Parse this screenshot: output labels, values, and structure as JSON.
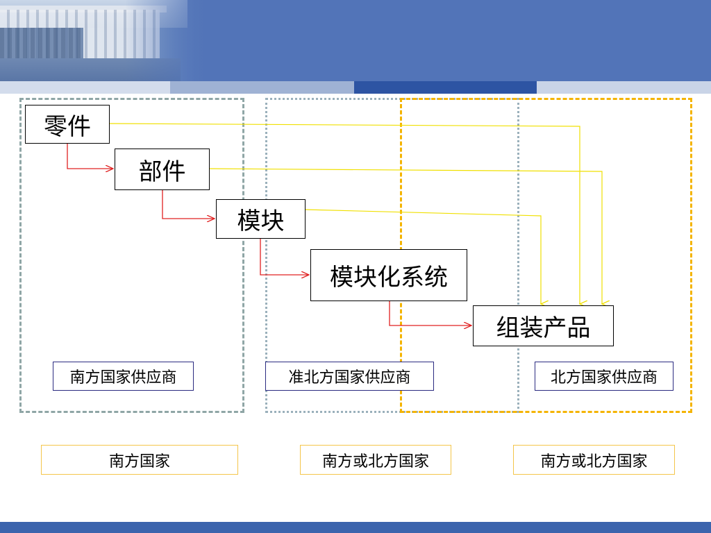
{
  "diagram": {
    "nodes": {
      "parts": "零件",
      "components": "部件",
      "modules": "模块",
      "modular_systems": "模块化系统",
      "assembled_products": "组装产品"
    },
    "supplier_labels": {
      "south": "南方国家供应商",
      "quasi_north": "准北方国家供应商",
      "north": "北方国家供应商"
    },
    "country_labels": [
      "南方国家",
      "南方或北方国家",
      "南方或北方国家"
    ],
    "colors": {
      "header": "#5274b8",
      "stripe_dark": "#2d54a3",
      "footer": "#3c64ad",
      "red_arrow": "#e02020",
      "yellow_arrow": "#f0e000",
      "south_border": "#8fa6a6",
      "quasi_border": "#9ab0bb",
      "north_border": "#f4b400"
    }
  }
}
